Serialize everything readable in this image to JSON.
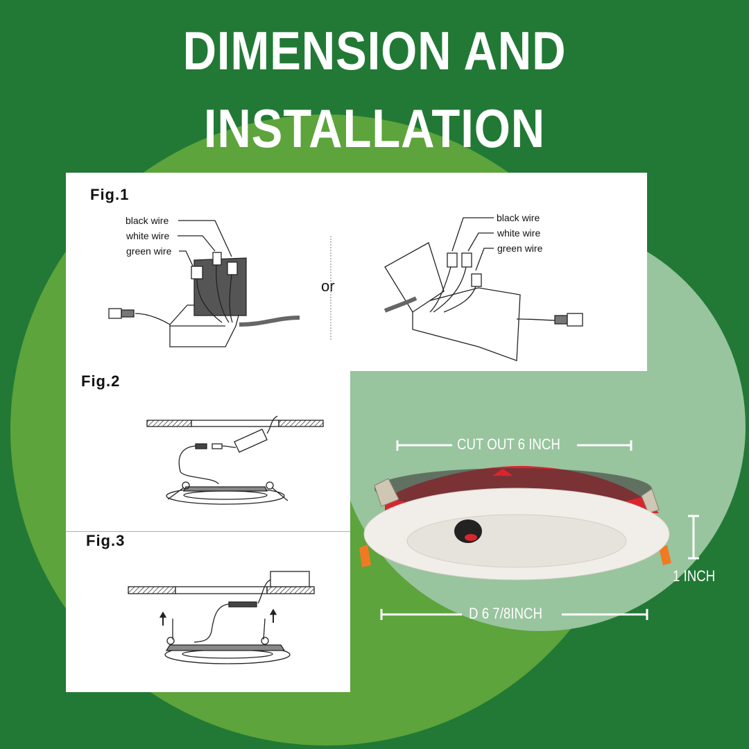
{
  "title": {
    "line1": "DIMENSION AND",
    "line2": "INSTALLATION"
  },
  "colors": {
    "background": "#217935",
    "circle_mid": "#5ca43b",
    "circle_pale": "#98c49e",
    "text": "#ffffff",
    "product_trim": "#d9262e"
  },
  "figures": {
    "fig1": {
      "label": "Fig.1",
      "left_labels": [
        "black wire",
        "white wire",
        "green wire"
      ],
      "separator": "or",
      "right_labels": [
        "black wire",
        "white wire",
        "green wire"
      ]
    },
    "fig2": {
      "label": "Fig.2"
    },
    "fig3": {
      "label": "Fig.3"
    }
  },
  "dimensions": {
    "cutout": "CUT OUT 6 INCH",
    "height": "1 INCH",
    "diameter": "D 6 7/8INCH"
  }
}
